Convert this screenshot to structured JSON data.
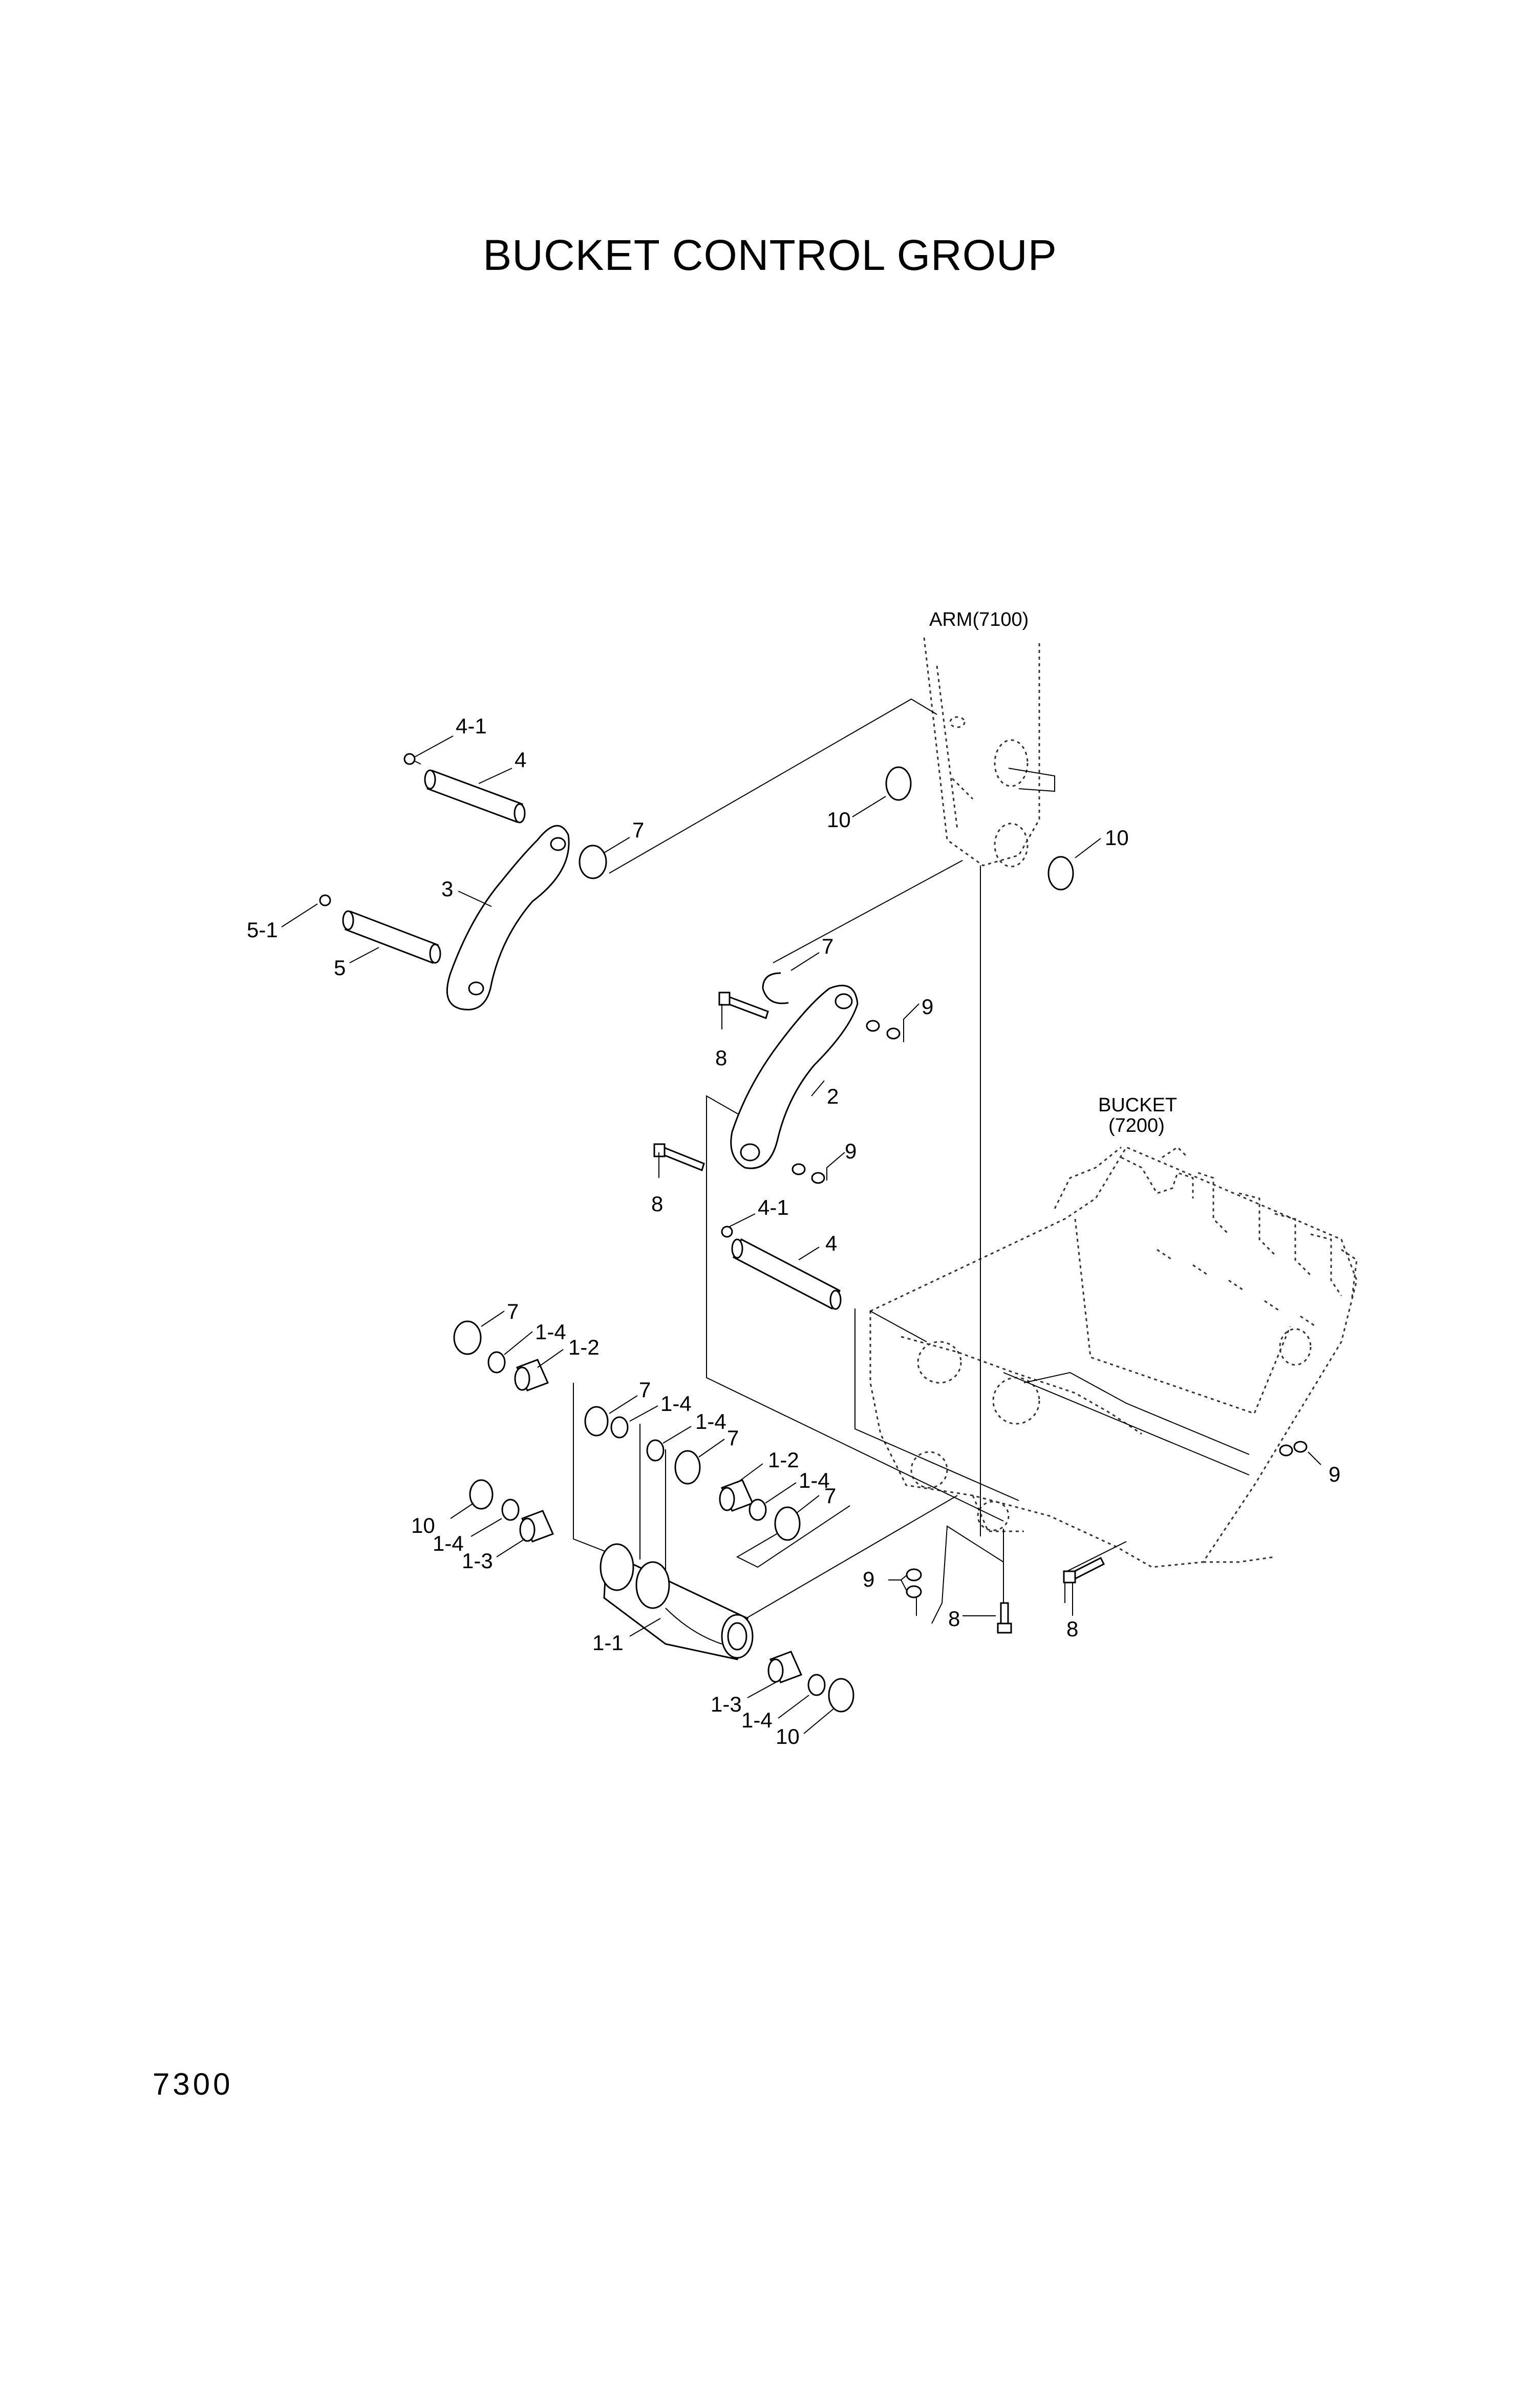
{
  "title": "BUCKET CONTROL GROUP",
  "page_number": "7300",
  "references": {
    "arm": "ARM(7100)",
    "bucket_line1": "BUCKET",
    "bucket_line2": "(7200)"
  },
  "callouts": [
    "4-1",
    "4",
    "7",
    "3",
    "5-1",
    "5",
    "10",
    "10",
    "7",
    "9",
    "8",
    "2",
    "9",
    "8",
    "4-1",
    "4",
    "7",
    "1-4",
    "1-2",
    "7",
    "1-4",
    "1-4",
    "7",
    "1-2",
    "1-4",
    "7",
    "10",
    "1-4",
    "1-3",
    "1-1",
    "1-3",
    "1-4",
    "10",
    "9",
    "8",
    "8",
    "9"
  ]
}
